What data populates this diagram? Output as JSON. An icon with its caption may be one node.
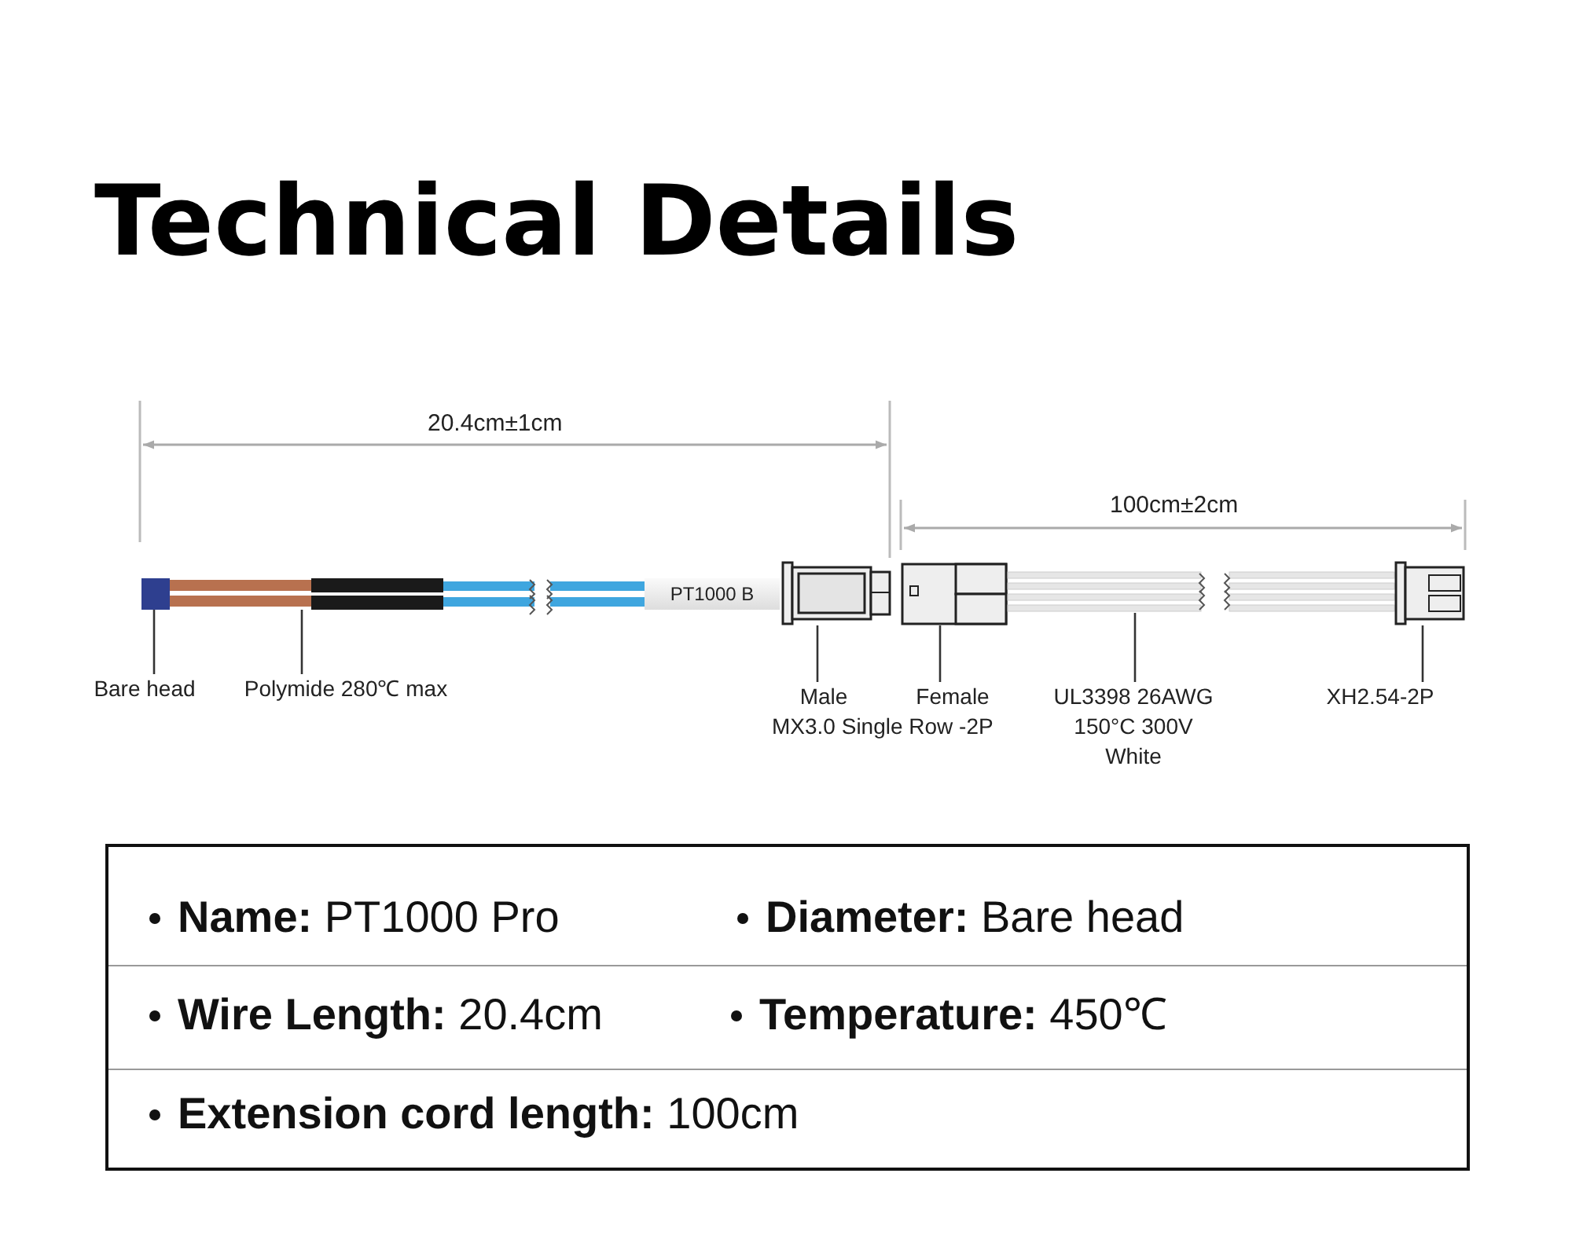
{
  "diagram": {
    "title": "Technical Details",
    "nodes": [
      {
        "text": [],
        "shape": "picture"
      },
      {
        "text": [],
        "shape": "picture"
      },
      {
        "text": [
          "PT1000 B"
        ]
      },
      {
        "text": [],
        "shape": "picture"
      },
      {
        "text": [],
        "shape": "picture"
      },
      {
        "text": [],
        "shape": "picture"
      },
      {
        "text": [],
        "shape": "picture"
      },
      {
        "text": [
          "Bare head"
        ]
      },
      {
        "text": [
          "Polymide 280℃ max"
        ]
      },
      {
        "text": [
          "Male"
        ]
      },
      {
        "text": [
          "Female"
        ]
      },
      {
        "text": [
          "UL3398 26AWG 150°C 300V White"
        ]
      },
      {
        "text": [
          "XH2.54-2P"
        ]
      }
    ],
    "edges": [
      {
        "from": 7,
        "to": 0,
        "arrow": "none"
      },
      {
        "from": 8,
        "to": 1,
        "arrow": "none"
      },
      {
        "from": 9,
        "to": 3,
        "arrow": "none"
      },
      {
        "from": 10,
        "to": 4,
        "arrow": "none"
      },
      {
        "from": 11,
        "to": 5,
        "arrow": "none"
      },
      {
        "from": 12,
        "to": 6,
        "arrow": "none"
      }
    ],
    "labels": [
      "20.4cm±1cm",
      "100cm±2cm",
      "MX3.0 Single Row -2P",
      "**Name:** PT1000 Pro",
      "**Diameter:** Bare head",
      "**Wire Length:** 20.4cm",
      "**Temperature:** 450℃",
      "**Extension cord length:** 100cm"
    ]
  }
}
